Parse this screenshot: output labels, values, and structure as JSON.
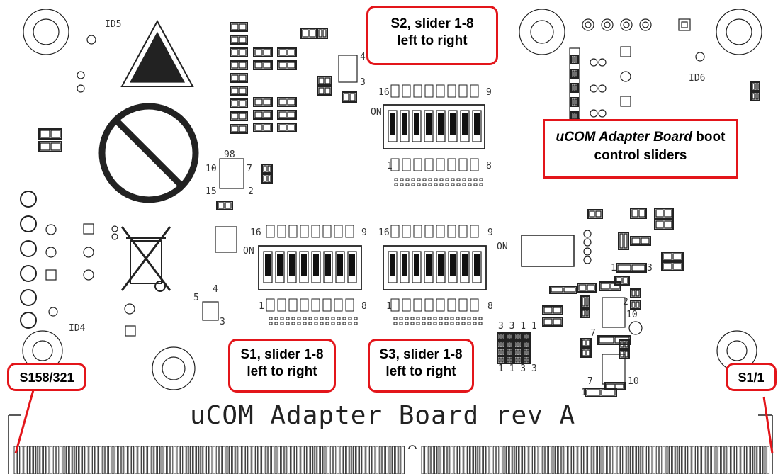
{
  "board_title": "uCOM Adapter Board rev A",
  "silk": {
    "id5": "ID5",
    "id6": "ID6",
    "id4": "ID4",
    "on": "ON",
    "n16": "16",
    "n9": "9",
    "n1": "1",
    "n8": "8",
    "u1_pin98": "98",
    "u1_pin10": "10",
    "u1_pin7": "7",
    "u1_pin15": "15",
    "u1_pin2": "2",
    "pin4": "4",
    "pin3": "3",
    "pin5": "5",
    "jp_num": "3 3 1 1",
    "jp_num2": "1 1 3 3",
    "u2_7": "7",
    "u2_10": "10",
    "u2_2": "2",
    "u2_1": "1"
  },
  "callouts": {
    "s2": {
      "line1": "S2, slider 1-8",
      "line2": "left to right"
    },
    "s1": {
      "line1": "S1, slider 1-8",
      "line2": "left to right"
    },
    "s3": {
      "line1": "S3, slider 1-8",
      "line2": "left to right"
    },
    "board_note": {
      "line1": "uCOM Adapter Board",
      "line2": "boot control sliders"
    },
    "s158": "S158/321",
    "s1_1": "S1/1"
  },
  "colors": {
    "callout_border": "#e3151a",
    "silkscreen": "#222222"
  }
}
